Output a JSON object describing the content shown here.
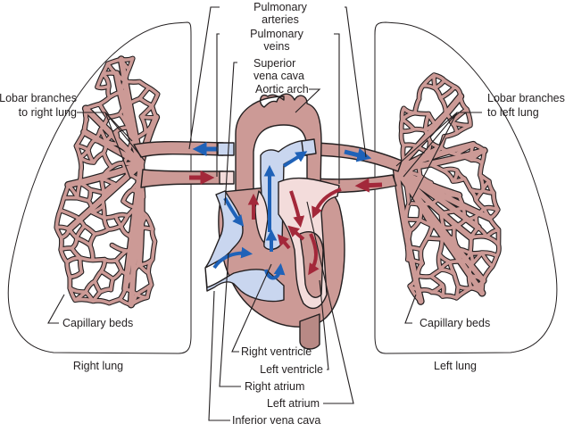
{
  "diagram": {
    "title": "Pulmonary circulation",
    "colors": {
      "tissue": "#cc9a96",
      "tissue_dark": "#b88985",
      "outline": "#231f20",
      "deoxygenated_fill": "#c9d6ef",
      "oxygenated_fill": "#f3dcdb",
      "deoxygenated_arrow": "#1f62b8",
      "oxygenated_arrow": "#a3283a",
      "label_text": "#231f20"
    },
    "labels": {
      "pulmonary_arteries": [
        "Pulmonary",
        "arteries"
      ],
      "pulmonary_veins": [
        "Pulmonary",
        "veins"
      ],
      "superior_vena_cava": [
        "Superior",
        "vena cava"
      ],
      "aortic_arch": "Aortic arch",
      "lobar_right": [
        "Lobar branches",
        "to right lung"
      ],
      "lobar_left": [
        "Lobar branches",
        "to left lung"
      ],
      "capillary_right": "Capillary beds",
      "capillary_left": "Capillary beds",
      "right_lung": "Right lung",
      "left_lung": "Left lung",
      "right_ventricle": "Right ventricle",
      "left_ventricle": "Left ventricle",
      "right_atrium": "Right atrium",
      "left_atrium": "Left atrium",
      "inferior_vena_cava": "Inferior vena cava"
    },
    "flow": {
      "deoxygenated": "blue",
      "oxygenated": "red"
    }
  }
}
